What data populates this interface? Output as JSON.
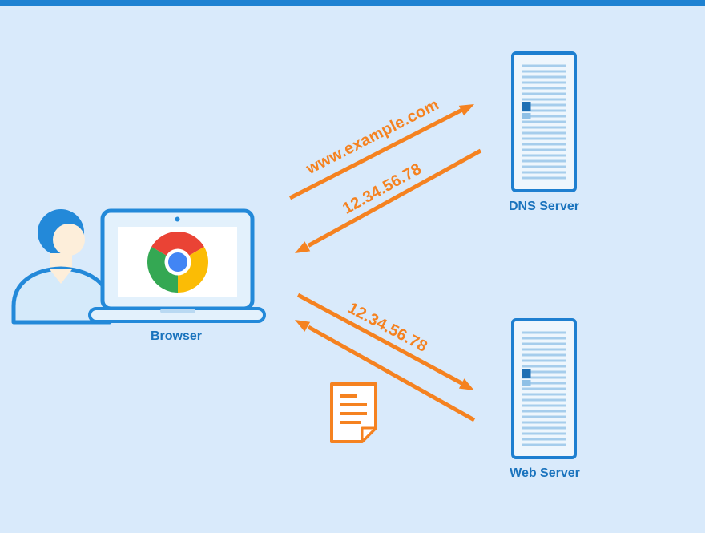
{
  "background_color": "#d9eafb",
  "accent_bar_color": "#1e82d2",
  "palette": {
    "arrow_orange": "#f58220",
    "node_blue": "#2389d9",
    "label_blue": "#1a73bd",
    "server_stripe": "#a6cdec",
    "chrome_red": "#ea4335",
    "chrome_green": "#34a853",
    "chrome_yellow": "#fbbc05",
    "chrome_blue": "#4285f4"
  },
  "nodes": {
    "browser": {
      "label": "Browser",
      "icons": [
        "user-icon",
        "laptop-icon",
        "chrome-icon"
      ]
    },
    "dns": {
      "label": "DNS Server",
      "icon": "server-icon"
    },
    "web": {
      "label": "Web Server",
      "icon": "server-icon"
    }
  },
  "edges": [
    {
      "from": "Browser",
      "to": "DNS Server",
      "label": "www.example.com"
    },
    {
      "from": "DNS Server",
      "to": "Browser",
      "label": "12.34.56.78"
    },
    {
      "from": "Browser",
      "to": "Web Server",
      "label": "12.34.56.78"
    },
    {
      "from": "Web Server",
      "to": "Browser",
      "label": "",
      "payload_icon": "document-icon"
    }
  ]
}
